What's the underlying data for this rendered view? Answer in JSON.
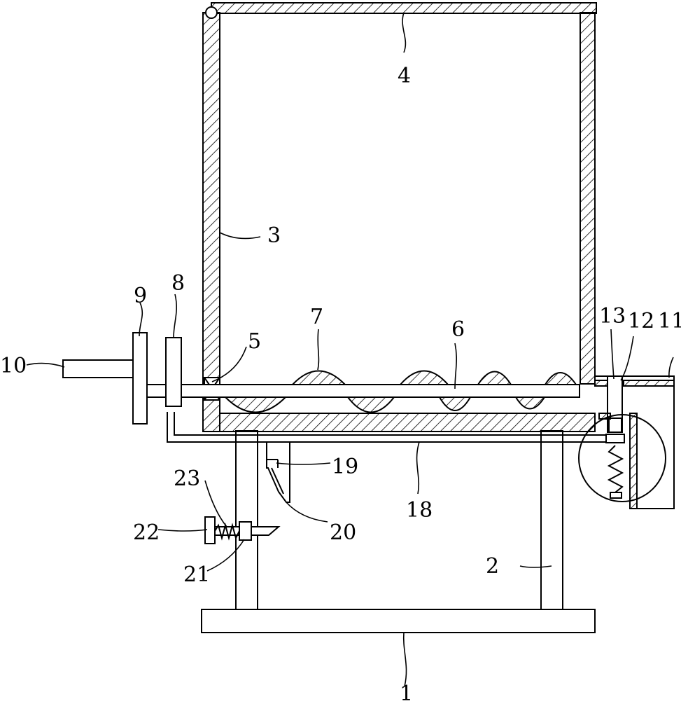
{
  "drawing": {
    "line_color": "#000000",
    "background": "#ffffff",
    "hatch": "diagonal-lines"
  },
  "labels": {
    "l1": "1",
    "l2": "2",
    "l3": "3",
    "l4": "4",
    "l5": "5",
    "l6": "6",
    "l7": "7",
    "l8": "8",
    "l9": "9",
    "l10": "10",
    "l11": "11",
    "l12": "12",
    "l13": "13",
    "l18": "18",
    "l19": "19",
    "l20": "20",
    "l21": "21",
    "l22": "22",
    "l23": "23"
  }
}
